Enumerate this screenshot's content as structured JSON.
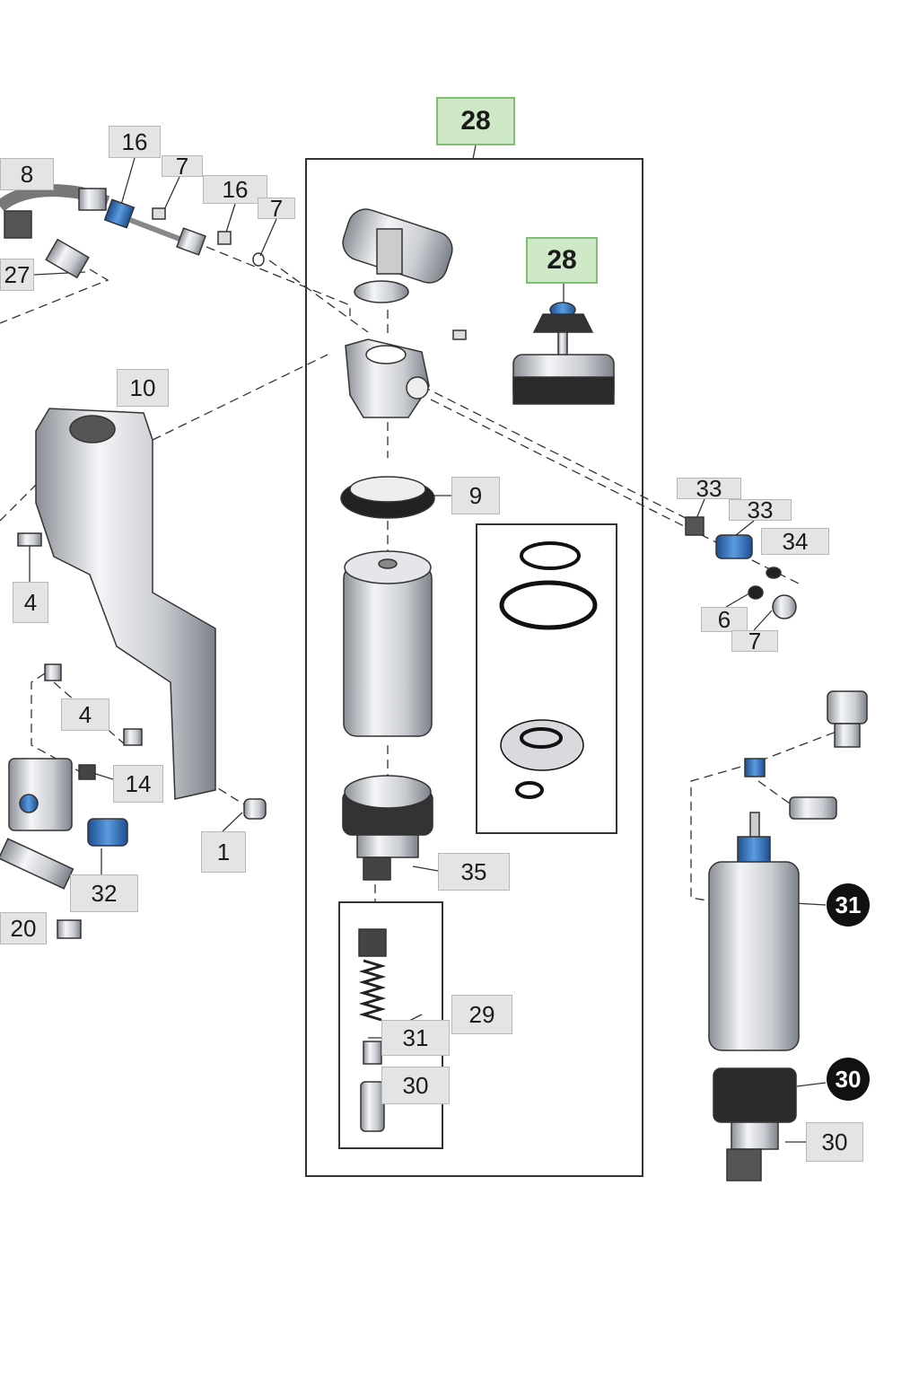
{
  "callouts": {
    "assembly_top": "28",
    "assembly_inner": "28",
    "l16a": "16",
    "l7a": "7",
    "l8": "8",
    "l16b": "16",
    "l7b": "7",
    "l27": "27",
    "l10": "10",
    "l9": "9",
    "l33a": "33",
    "l33b": "33",
    "l34": "34",
    "l6": "6",
    "l7c": "7",
    "l4a": "4",
    "l4b": "4",
    "l14": "14",
    "l1": "1",
    "l35": "35",
    "l32": "32",
    "l20": "20",
    "l29": "29",
    "l31": "31",
    "l30": "30",
    "c31": "31",
    "c30": "30",
    "l30b": "30"
  },
  "colors": {
    "highlight_fill": "#cfe9c8",
    "highlight_border": "#7fbf74",
    "accent_blue": "#2f6fb5",
    "label_fill": "#e4e4e4"
  }
}
